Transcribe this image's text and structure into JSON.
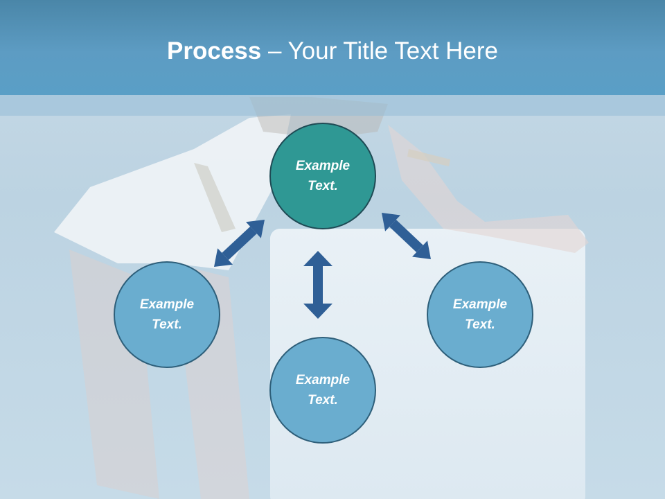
{
  "slide": {
    "title_bold": "Process",
    "title_rest": " – Your Title Text Here"
  },
  "nodes": [
    {
      "id": "center",
      "text": "Example\nText."
    },
    {
      "id": "left",
      "text": "Example\nText."
    },
    {
      "id": "bottom",
      "text": "Example\nText."
    },
    {
      "id": "right",
      "text": "Example\nText."
    }
  ],
  "colors": {
    "title_bar": "#5d9cc3",
    "center_node": "#2f9894",
    "outer_node": "#6aadcf",
    "arrow": "#2f5f96"
  }
}
